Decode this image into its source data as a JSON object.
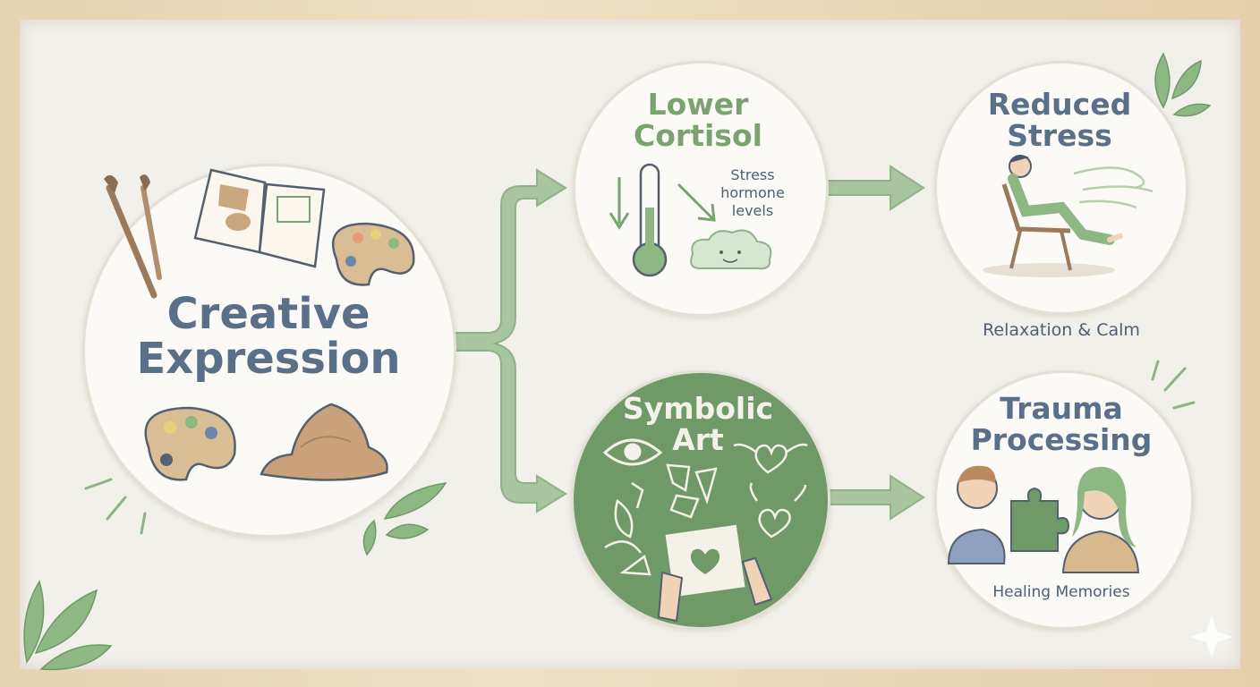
{
  "nodes": {
    "creative": {
      "title_line1": "Creative",
      "title_line2": "Expression"
    },
    "cortisol": {
      "title_line1": "Lower",
      "title_line2": "Cortisol",
      "note_line1": "Stress",
      "note_line2": "hormone",
      "note_line3": "levels"
    },
    "stress": {
      "title_line1": "Reduced",
      "title_line2": "Stress",
      "caption": "Relaxation & Calm"
    },
    "symbolic": {
      "title_line1": "Symbolic",
      "title_line2": "Art"
    },
    "trauma": {
      "title_line1": "Trauma",
      "title_line2": "Processing",
      "caption": "Healing Memories"
    }
  },
  "colors": {
    "title": "#5a6f88",
    "symbolic_title": "#f3f1e8",
    "arrow": "#8fb287",
    "green_circle": "#6f9a68",
    "leaf": "#8db884"
  },
  "icons": [
    "paintbrush-icon",
    "sketchbook-icon",
    "palette-icon",
    "clay-icon",
    "thermometer-icon",
    "cloud-icon",
    "lounge-chair-person-icon",
    "eye-icon",
    "heart-wings-icon",
    "puzzle-piece-icon",
    "leaf-icon"
  ]
}
